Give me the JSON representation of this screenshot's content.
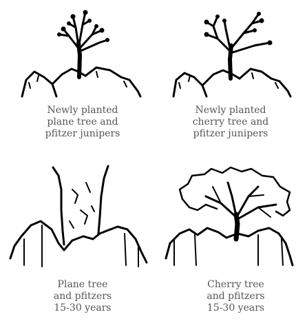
{
  "panels": [
    {
      "caption": [
        "Newly planted",
        "plane tree and",
        "pfitzer junipers"
      ]
    },
    {
      "caption": [
        "Newly planted",
        "cherry tree and",
        "pfitzer junipers"
      ]
    },
    {
      "caption": [
        "Plane tree",
        "and pfitzers",
        "15-30 years"
      ]
    },
    {
      "caption": [
        "Cherry tree",
        "and pfitzers",
        "15-30 years"
      ]
    }
  ]
}
